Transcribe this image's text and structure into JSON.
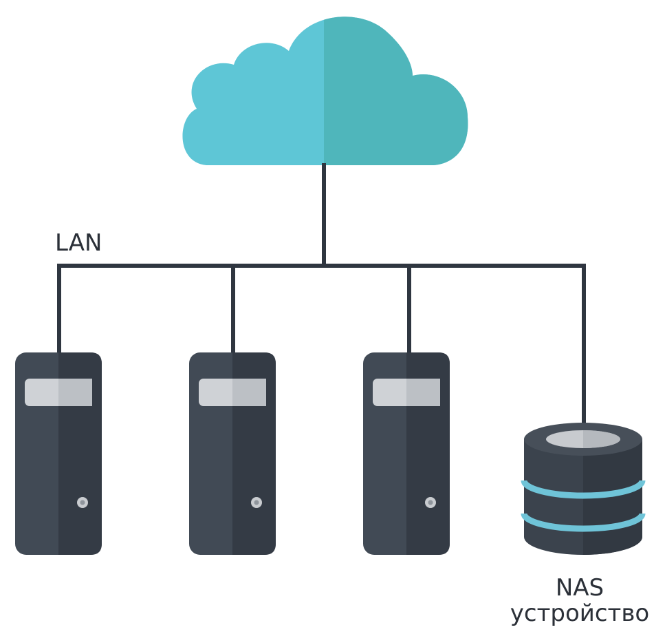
{
  "labels": {
    "lan": "LAN",
    "nas_line1": "NAS",
    "nas_line2": "устройство"
  },
  "nodes": [
    {
      "id": "cloud",
      "icon": "cloud-icon"
    },
    {
      "id": "server-1",
      "icon": "server-tower-icon"
    },
    {
      "id": "server-2",
      "icon": "server-tower-icon"
    },
    {
      "id": "server-3",
      "icon": "server-tower-icon"
    },
    {
      "id": "nas",
      "icon": "nas-storage-icon"
    }
  ],
  "colors": {
    "cloud_left": "#5ec6d6",
    "cloud_right": "#4fb6bb",
    "line": "#2f3640",
    "server_left": "#414a55",
    "server_right": "#343b45",
    "server_panel": "#cfd2d6",
    "storage_stripe": "#6fc4d8",
    "text": "#2b3038"
  }
}
